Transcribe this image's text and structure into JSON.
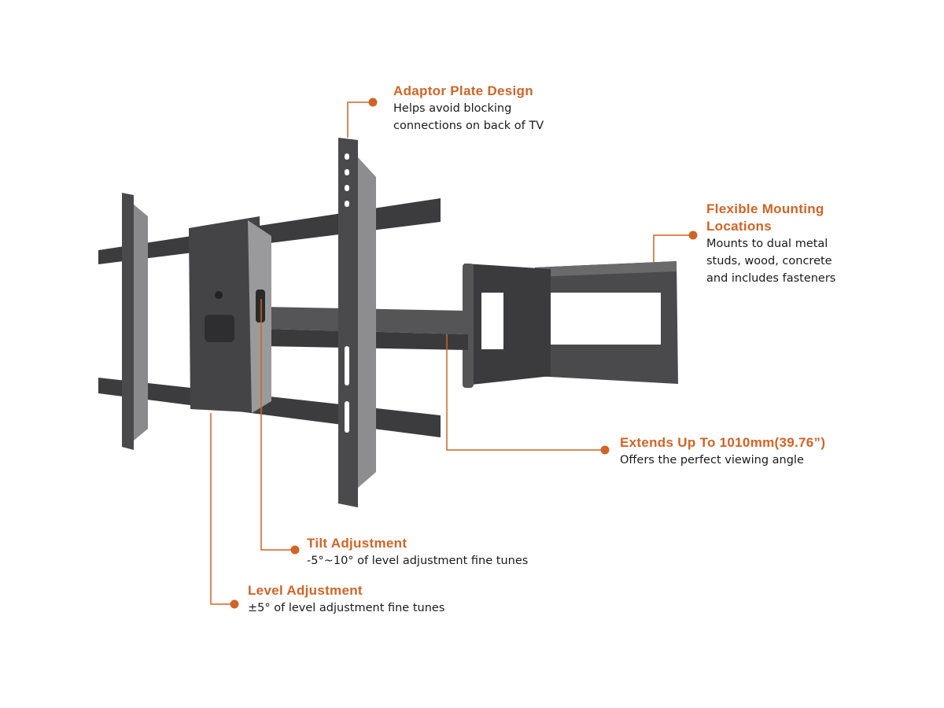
{
  "accent_color": "#cf6427",
  "product_image": "tv-wall-mount-full-motion-arm",
  "callouts": {
    "adaptor": {
      "title": "Adaptor Plate Design",
      "lines": [
        "Helps avoid blocking",
        "connections on back of TV"
      ]
    },
    "flexible": {
      "title_lines": [
        "Flexible Mounting",
        "Locations"
      ],
      "lines": [
        "Mounts to dual metal",
        "studs, wood, concrete",
        "and includes fasteners"
      ]
    },
    "extends": {
      "title": "Extends Up To 1010mm(39.76”)",
      "lines": [
        "Offers the perfect viewing angle"
      ]
    },
    "tilt": {
      "title": "Tilt Adjustment",
      "lines": [
        "-5°~10° of level adjustment fine tunes"
      ]
    },
    "level": {
      "title": "Level Adjustment",
      "lines": [
        "±5° of level adjustment fine tunes"
      ]
    }
  }
}
